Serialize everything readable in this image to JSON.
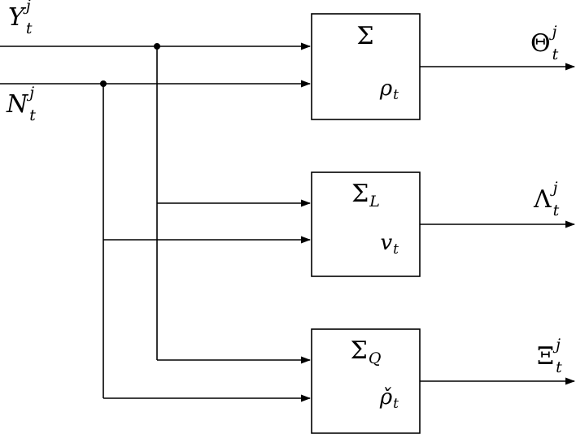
{
  "diagram": {
    "inputs": [
      {
        "base": "Y",
        "sup": "j",
        "sub": "t"
      },
      {
        "base": "N",
        "sup": "j",
        "sub": "t"
      }
    ],
    "blocks": [
      {
        "sigma": "Σ",
        "sigma_sub": "",
        "param_base": "ρ",
        "param_sub": "t"
      },
      {
        "sigma": "Σ",
        "sigma_sub": "L",
        "param_base": "v",
        "param_sub": "t"
      },
      {
        "sigma": "Σ",
        "sigma_sub": "Q",
        "param_base": "ρ̌",
        "param_sub": "t"
      }
    ],
    "outputs": [
      {
        "base": "Θ",
        "sup": "j",
        "sub": "t"
      },
      {
        "base": "Λ",
        "sup": "j",
        "sub": "t"
      },
      {
        "base": "Ξ",
        "sup": "j",
        "sub": "t"
      }
    ],
    "colors": {
      "line": "#000000",
      "background": "#ffffff"
    }
  }
}
